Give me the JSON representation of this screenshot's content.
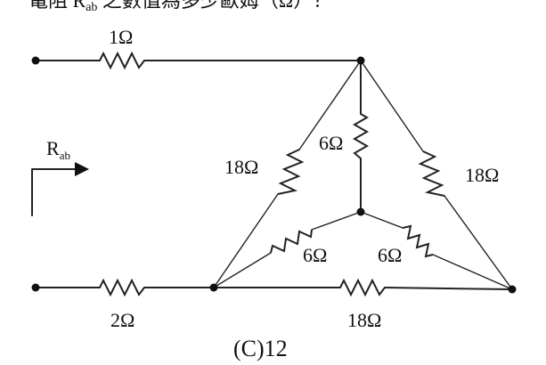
{
  "question_text": "電阻 Rab 之數值為多少歐姆（Ω）？",
  "question_parts": {
    "prefix": "電阻 ",
    "r_main": "R",
    "r_sub": "ab",
    "suffix": " 之數值為多少歐姆（Ω）？"
  },
  "rab_label": {
    "main": "R",
    "sub": "ab"
  },
  "resistors": {
    "r_top_series": "1Ω",
    "r_bottom_series": "2Ω",
    "r_delta_left": "18Ω",
    "r_delta_right": "18Ω",
    "r_delta_bottom": "18Ω",
    "r_wye_top": "6Ω",
    "r_wye_left": "6Ω",
    "r_wye_right": "6Ω"
  },
  "answer_label": "(C)12",
  "colors": {
    "ink": "#111111",
    "wire": "#222222",
    "background": "#ffffff"
  }
}
